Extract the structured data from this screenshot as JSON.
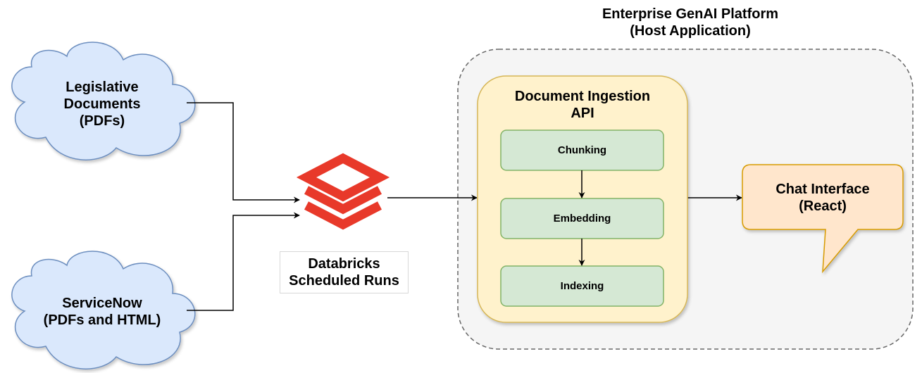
{
  "platform": {
    "title": "Enterprise GenAI Platform\n(Host Application)"
  },
  "sources": {
    "legislative": "Legislative\nDocuments\n(PDFs)",
    "servicenow": "ServiceNow\n(PDFs and HTML)"
  },
  "databricks": {
    "label": "Databricks\nScheduled Runs",
    "icon": "databricks-logo-icon",
    "color": "#e8392a"
  },
  "api": {
    "title": "Document Ingestion\nAPI",
    "steps": [
      "Chunking",
      "Embedding",
      "Indexing"
    ]
  },
  "chat": {
    "label": "Chat Interface\n(React)"
  },
  "colors": {
    "cloud_fill": "#dae8fc",
    "cloud_stroke": "#6c8ebf",
    "api_fill": "#fff2cc",
    "api_stroke": "#d6b656",
    "step_fill": "#d5e8d4",
    "step_stroke": "#82b366",
    "chat_fill": "#ffe6cc",
    "chat_stroke": "#d79b00",
    "platform_fill": "#f5f5f5",
    "platform_stroke": "#666666"
  }
}
